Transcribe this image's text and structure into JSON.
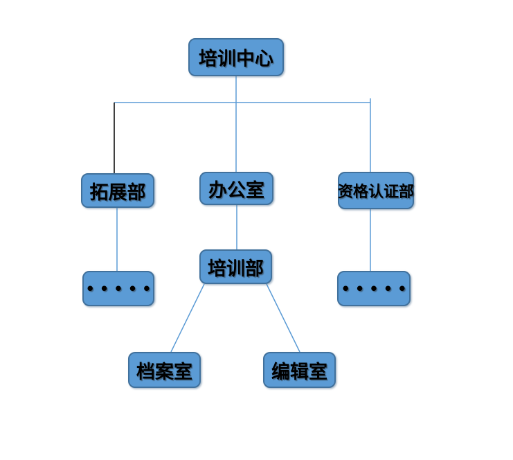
{
  "diagram": {
    "type": "org-chart",
    "background": "#ffffff",
    "colors": {
      "node_fill": "#5b9bd5",
      "node_border": "#41719c",
      "connector_blue": "#5b9bd5",
      "connector_black": "#000000",
      "text": "#000000"
    },
    "nodes": {
      "root": {
        "label": "培训中心"
      },
      "expansion": {
        "label": "拓展部"
      },
      "office": {
        "label": "办公室"
      },
      "certification": {
        "label": "资格认证部"
      },
      "dots_left": {
        "label": "•••••"
      },
      "training": {
        "label": "培训部"
      },
      "dots_right": {
        "label": "•••••"
      },
      "archive": {
        "label": "档案室"
      },
      "editing": {
        "label": "编辑室"
      }
    },
    "edges": [
      {
        "from": "培训中心",
        "to": "拓展部"
      },
      {
        "from": "培训中心",
        "to": "办公室"
      },
      {
        "from": "培训中心",
        "to": "资格认证部"
      },
      {
        "from": "拓展部",
        "to": "••••• (left)"
      },
      {
        "from": "办公室",
        "to": "培训部"
      },
      {
        "from": "资格认证部",
        "to": "••••• (right)"
      },
      {
        "from": "培训部",
        "to": "档案室"
      },
      {
        "from": "培训部",
        "to": "编辑室"
      }
    ]
  }
}
